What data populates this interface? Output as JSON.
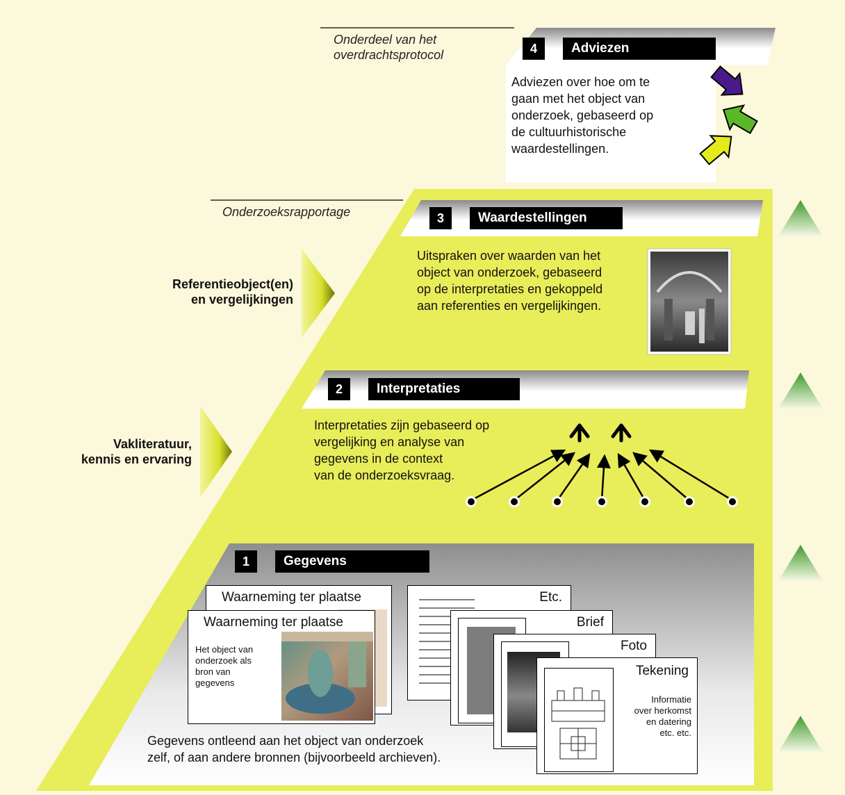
{
  "colors": {
    "background": "#fbf8dc",
    "band": "#e8ed5a",
    "panel_gray": "#9c9c9c",
    "arrow_purple": "#4a1a8c",
    "arrow_green": "#5bb82a",
    "arrow_yellow": "#e4ea1c"
  },
  "captions": {
    "protocol_line1": "Onderdeel van het",
    "protocol_line2": "overdrachtsprotocol",
    "rapportage": "Onderzoeksrapportage"
  },
  "sides": {
    "ref_line1": "Referentieobject(en)",
    "ref_line2": "en vergelijkingen",
    "vak_line1": "Vakliteratuur,",
    "vak_line2": "kennis en ervaring"
  },
  "layers": {
    "adviezen": {
      "number": "4",
      "title": "Adviezen",
      "lines": [
        "Adviezen over hoe om te",
        "gaan met het object van",
        "onderzoek, gebaseerd op",
        "de cultuurhistorische",
        "waardestellingen."
      ]
    },
    "waardestellingen": {
      "number": "3",
      "title": "Waardestellingen",
      "lines": [
        "Uitspraken over waarden van het",
        "object van onderzoek, gebaseerd",
        "op de interpretaties en gekoppeld",
        "aan referenties en vergelijkingen."
      ]
    },
    "interpretaties": {
      "number": "2",
      "title": "Interpretaties",
      "lines": [
        "Interpretaties zijn gebaseerd op",
        "vergelijking en analyse van",
        "gegevens in de context",
        "van de onderzoeksvraag."
      ]
    },
    "gegevens": {
      "number": "1",
      "title": "Gegevens",
      "lines": [
        "Gegevens ontleend aan het object van onderzoek",
        "zelf, of aan andere bronnen (bijvoorbeeld archieven)."
      ]
    }
  },
  "cards": {
    "waarneming_back": "Waarneming ter plaatse",
    "waarneming_front": "Waarneming ter plaatse",
    "object_lines": [
      "Het object van",
      "onderzoek als",
      "bron van",
      "gegevens"
    ],
    "etc": "Etc.",
    "brief": "Brief",
    "foto": "Foto",
    "tekening": "Tekening",
    "info_lines": [
      "Informatie",
      "over herkomst",
      "en datering",
      "etc. etc."
    ]
  }
}
